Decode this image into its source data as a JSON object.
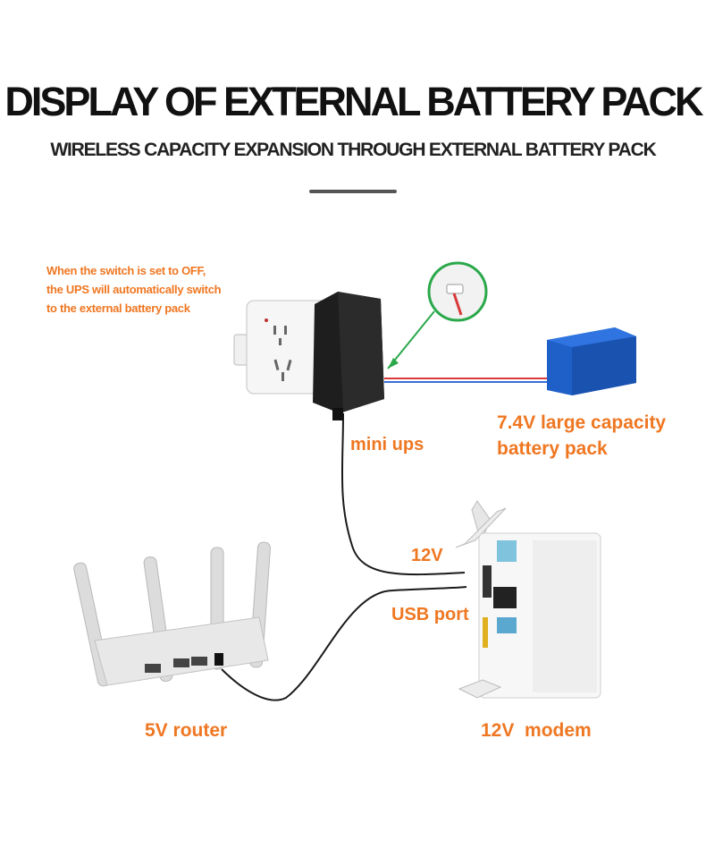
{
  "header": {
    "title": "DISPLAY OF EXTERNAL BATTERY PACK",
    "subtitle": "WIRELESS CAPACITY EXPANSION THROUGH EXTERNAL BATTERY PACK"
  },
  "diagram": {
    "note": "When the switch is set to OFF,\nthe UPS will automatically switch\nto the external battery pack",
    "labels": {
      "mini_ups": "mini ups",
      "battery_pack": "7.4V large capacity\nbattery pack",
      "port_12v": "12V",
      "usb_port": "USB port",
      "router_5v": "5V router",
      "modem_12v": "12V  modem"
    }
  },
  "colors": {
    "label_orange": "#ef7722",
    "callout_green": "#2aa84a",
    "battery_blue": "#1f5fc8"
  }
}
